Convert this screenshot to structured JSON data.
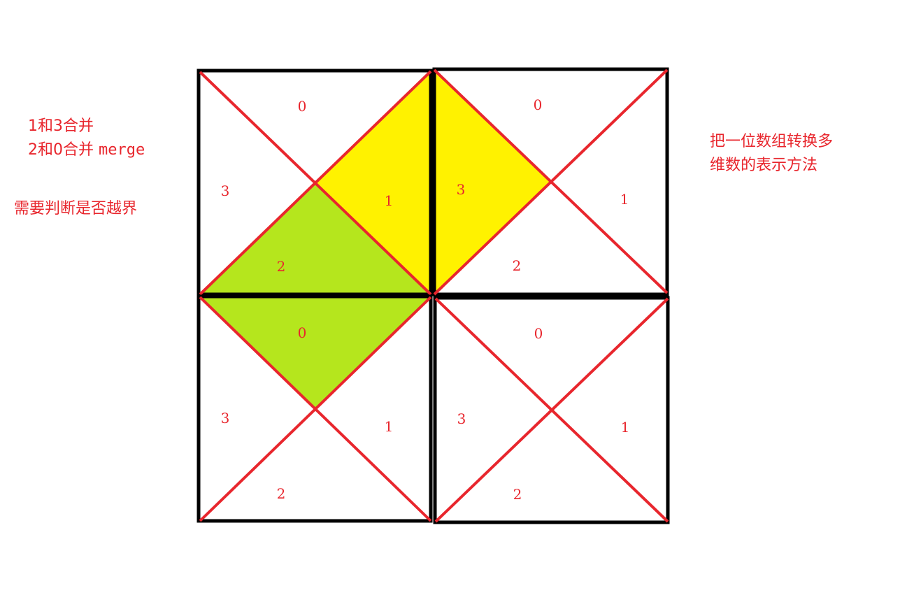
{
  "notes": {
    "merge_line1": "1和3合并",
    "merge_line2_prefix": "2和0合并",
    "merge_line2_word": "merge",
    "bounds_check": "需要判断是否越界",
    "description_line1": "把一位数组转换多",
    "description_line2": "维数的表示方法"
  },
  "cells": [
    {
      "labels": [
        "0",
        "1",
        "2",
        "3"
      ]
    },
    {
      "labels": [
        "0",
        "1",
        "2",
        "3"
      ]
    },
    {
      "labels": [
        "0",
        "1",
        "2",
        "3"
      ]
    },
    {
      "labels": [
        "0",
        "1",
        "2",
        "3"
      ]
    }
  ],
  "colors": {
    "frame": "#000000",
    "diagonal": "#e8262d",
    "label": "#e8262d",
    "highlight_yellow": "#fff200",
    "highlight_green": "#b5e61d"
  }
}
